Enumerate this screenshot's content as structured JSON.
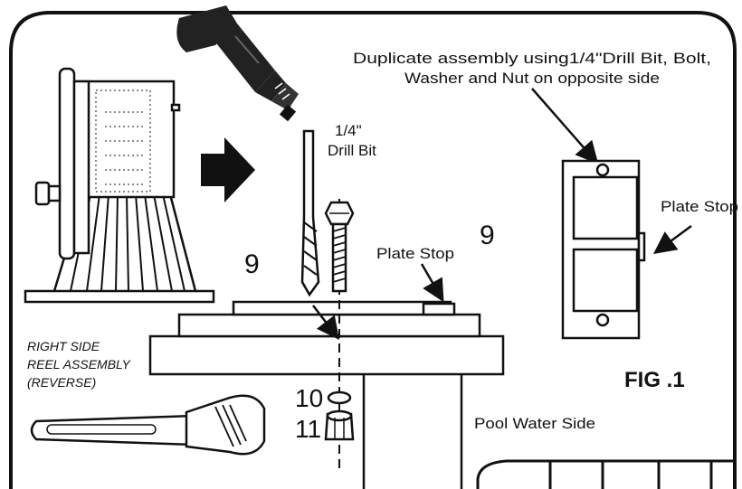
{
  "labels": {
    "duplicate_line1": "Duplicate assembly using1/4\"Drill Bit, Bolt,",
    "duplicate_line2": "Washer and Nut on opposite side",
    "drill_bit_size": "1/4\"",
    "drill_bit": "Drill Bit",
    "plate_stop_center": "Plate Stop",
    "plate_stop_right": "Plate Stop",
    "num_9_left": "9",
    "num_9_right": "9",
    "num_10": "10",
    "num_11": "11",
    "right_side_line1": "RIGHT SIDE",
    "right_side_line2": "REEL ASSEMBLY",
    "right_side_line3": "(REVERSE)",
    "fig_title": "FIG .1",
    "pool_water_side": "Pool Water Side"
  },
  "colors": {
    "ink": "#111111",
    "paper": "#ffffff",
    "dots": "#8a8a8a"
  },
  "icons": [
    "reel-assembly-icon",
    "drill-icon",
    "arrow-right-icon",
    "drill-bit-icon",
    "bolt-icon",
    "washer-icon",
    "nut-icon",
    "wrench-icon"
  ]
}
